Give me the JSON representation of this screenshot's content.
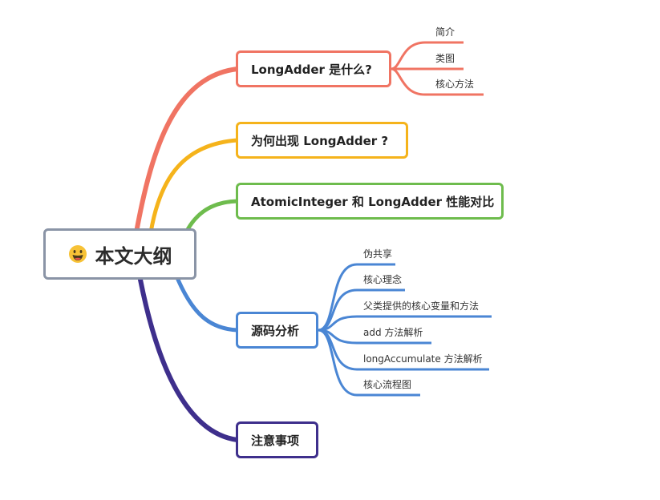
{
  "root": {
    "label": "本文大纲",
    "icon": "grinning-face-icon"
  },
  "topics": [
    {
      "label": "LongAdder 是什么?",
      "color": "#f07463",
      "children": [
        "简介",
        "类图",
        "核心方法"
      ]
    },
    {
      "label": "为何出现 LongAdder ?",
      "color": "#f5b31b",
      "children": []
    },
    {
      "label": "AtomicInteger 和 LongAdder 性能对比",
      "color": "#6ebc4d",
      "children": []
    },
    {
      "label": "源码分析",
      "color": "#4a86d4",
      "children": [
        "伪共享",
        "核心理念",
        "父类提供的核心变量和方法",
        "add 方法解析",
        "longAccumulate 方法解析",
        "核心流程图"
      ]
    },
    {
      "label": "注意事项",
      "color": "#3e2f8c",
      "children": []
    }
  ]
}
